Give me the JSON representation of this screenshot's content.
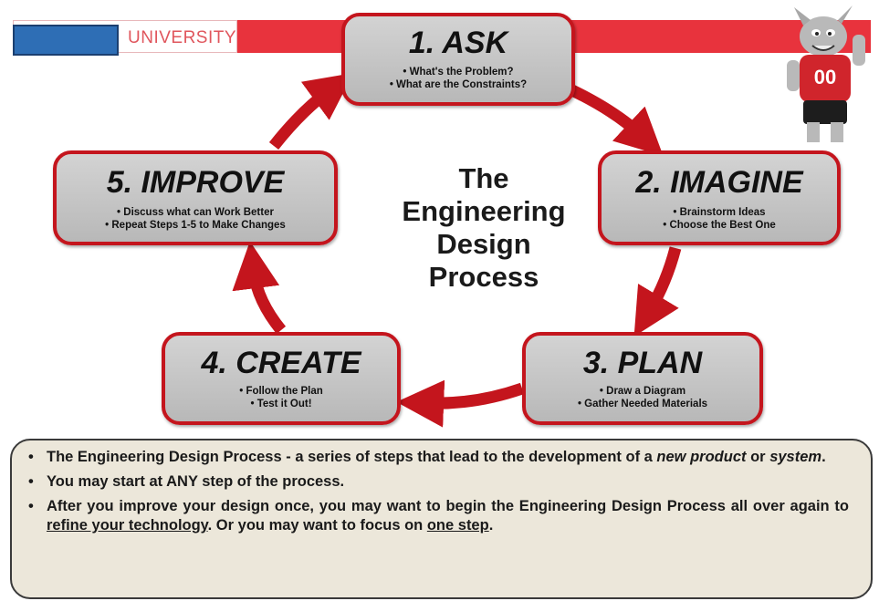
{
  "header": {
    "university_label": "UNIVERSITY"
  },
  "colors": {
    "accent_red": "#c4151d",
    "header_red": "#e8333d",
    "box_gray": "#c6c6c6",
    "notes_bg": "#ece7da",
    "logo_blue": "#2e6eb5"
  },
  "diagram": {
    "center_title": [
      "The",
      "Engineering",
      "Design",
      "Process"
    ],
    "steps": [
      {
        "title": "1. ASK",
        "bullets": [
          "• What's the Problem?",
          "• What are the Constraints?"
        ]
      },
      {
        "title": "2. IMAGINE",
        "bullets": [
          "• Brainstorm Ideas",
          "• Choose the Best One"
        ]
      },
      {
        "title": "3. PLAN",
        "bullets": [
          "• Draw a Diagram",
          "• Gather Needed Materials"
        ]
      },
      {
        "title": "4. CREATE",
        "bullets": [
          "• Follow the Plan",
          "• Test it Out!"
        ]
      },
      {
        "title": "5. IMPROVE",
        "bullets": [
          "• Discuss what can Work Better",
          "• Repeat Steps 1-5 to Make Changes"
        ]
      }
    ]
  },
  "notes": {
    "item1": {
      "lead": "The Engineering Design Process - a series of steps that lead to the development of a ",
      "em1": "new product",
      "mid": " or ",
      "em2": "system",
      "end": "."
    },
    "item2": "You may start at ANY step of the process.",
    "item3": {
      "lead": "After you improve your design once, you may want to begin the Engineering Design Process all over again to ",
      "link1": "refine your technology",
      "mid": ". Or you may want to focus on ",
      "link2": "one step",
      "end": "."
    }
  }
}
